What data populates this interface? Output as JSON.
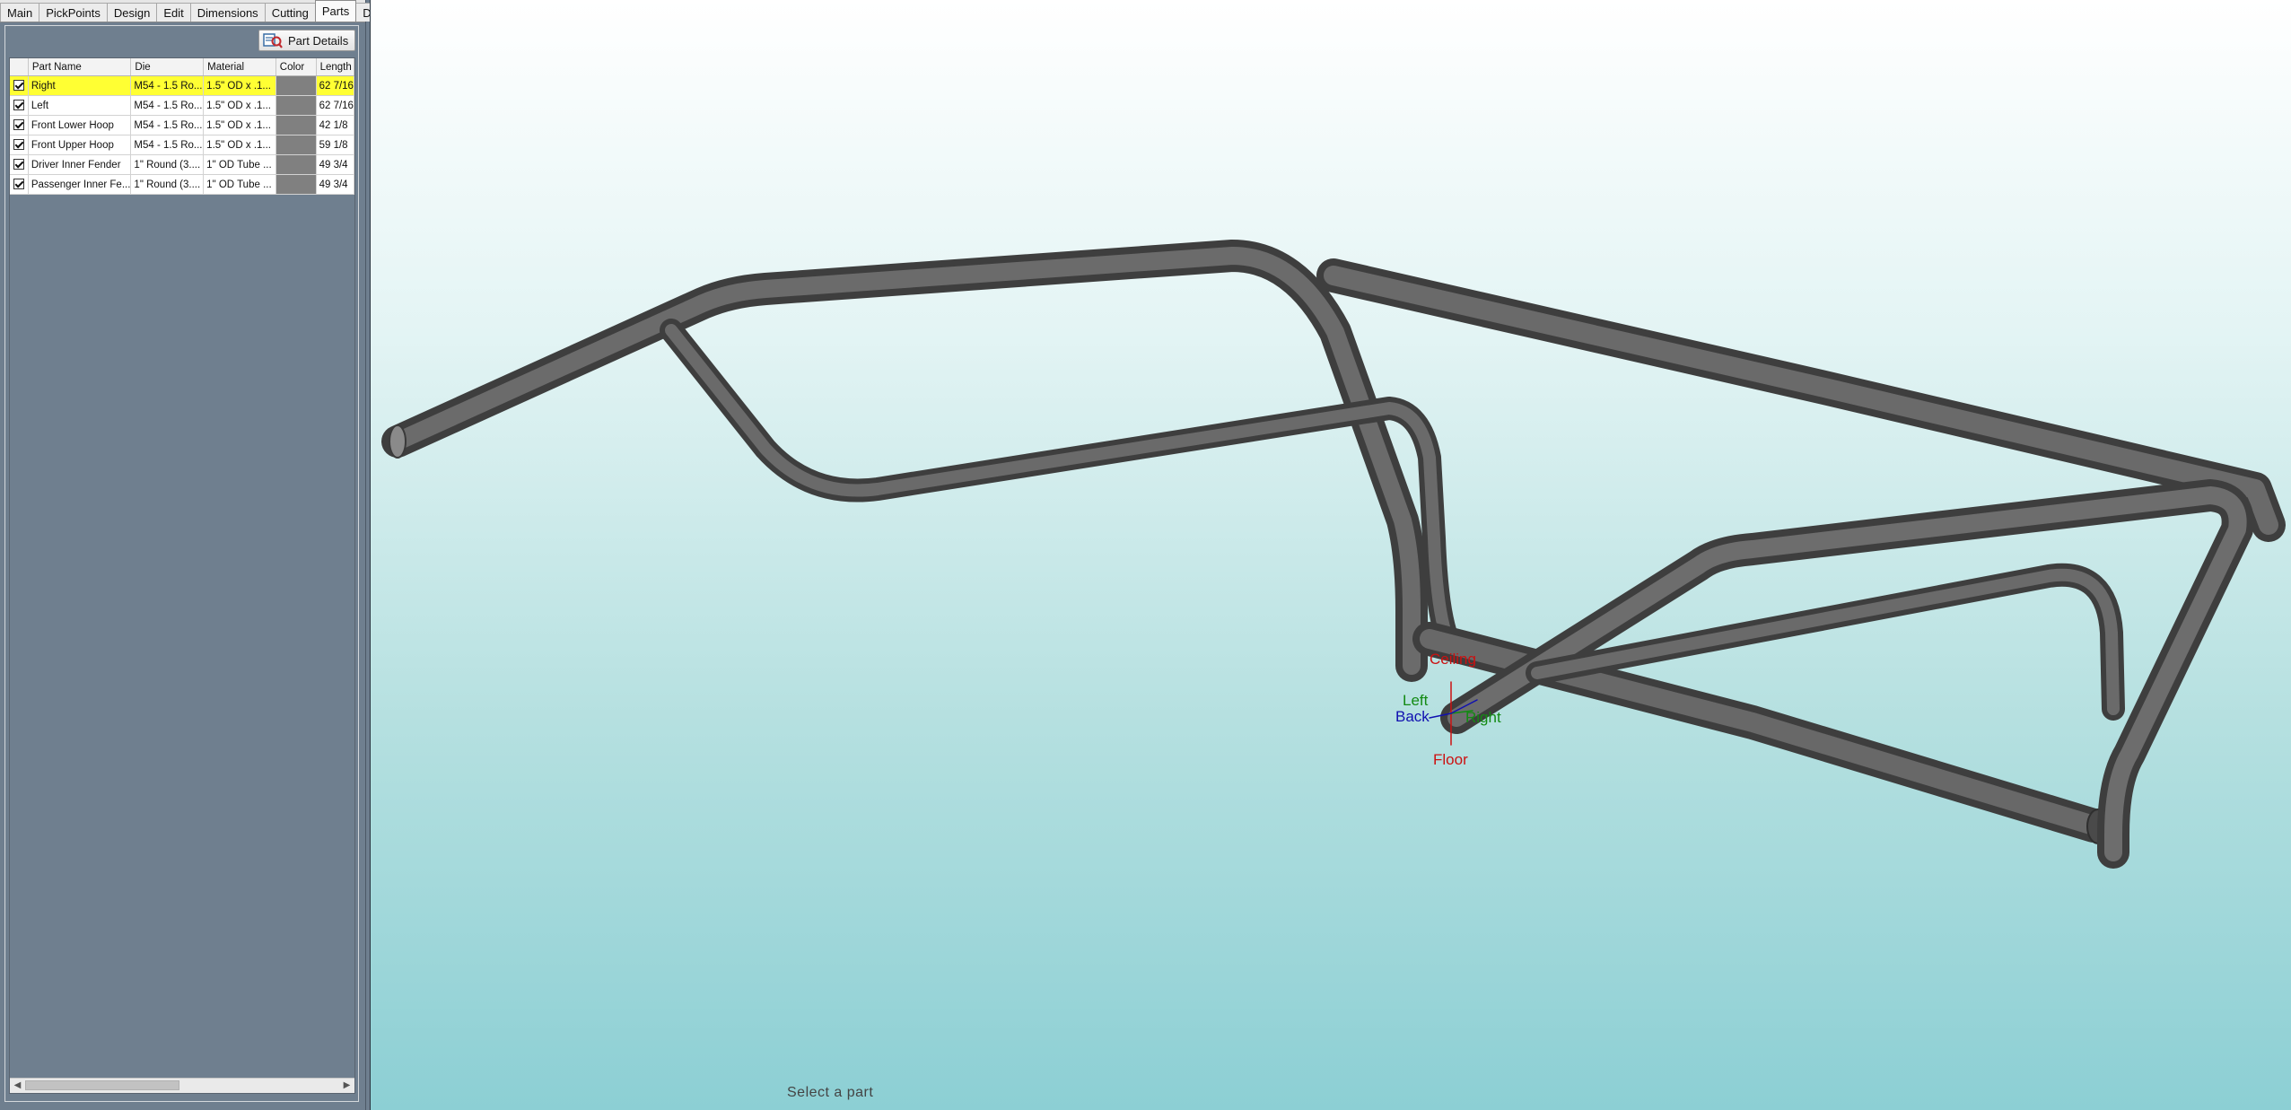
{
  "tabs": [
    {
      "label": "Main",
      "active": false
    },
    {
      "label": "PickPoints",
      "active": false
    },
    {
      "label": "Design",
      "active": false
    },
    {
      "label": "Edit",
      "active": false
    },
    {
      "label": "Dimensions",
      "active": false
    },
    {
      "label": "Cutting",
      "active": false
    },
    {
      "label": "Parts",
      "active": true
    },
    {
      "label": "Details",
      "active": false
    }
  ],
  "toolbar": {
    "part_details_label": "Part Details"
  },
  "parts_table": {
    "columns": [
      "",
      "Part Name",
      "Die",
      "Material",
      "Color",
      "Length"
    ],
    "rows": [
      {
        "checked": true,
        "name": "Right",
        "die": "M54 - 1.5 Ro...",
        "material": "1.5\" OD x .1...",
        "length": "62 7/16",
        "selected": true
      },
      {
        "checked": true,
        "name": "Left",
        "die": "M54 - 1.5 Ro...",
        "material": "1.5\" OD x .1...",
        "length": "62 7/16",
        "selected": false
      },
      {
        "checked": true,
        "name": "Front Lower Hoop",
        "die": "M54 - 1.5 Ro...",
        "material": "1.5\" OD x .1...",
        "length": "42 1/8",
        "selected": false
      },
      {
        "checked": true,
        "name": "Front Upper Hoop",
        "die": "M54 - 1.5 Ro...",
        "material": "1.5\" OD x .1...",
        "length": "59 1/8",
        "selected": false
      },
      {
        "checked": true,
        "name": "Driver Inner Fender",
        "die": "1\" Round (3....",
        "material": "1\" OD Tube ...",
        "length": "49 3/4",
        "selected": false
      },
      {
        "checked": true,
        "name": "Passenger Inner Fe...",
        "die": "1\" Round (3....",
        "material": "1\" OD Tube ...",
        "length": "49 3/4",
        "selected": false
      }
    ]
  },
  "viewport": {
    "orientation": {
      "ceiling": "Ceiling",
      "floor": "Floor",
      "left": "Left",
      "right": "Right",
      "back": "Back"
    },
    "status_text": "Select a part"
  },
  "colors": {
    "selected_row": "#ffff33",
    "part_color": "#808080",
    "tube": "#5b5b5b",
    "ceiling_floor": "#cc1111",
    "left_right": "#138a13",
    "back": "#1010b0"
  }
}
